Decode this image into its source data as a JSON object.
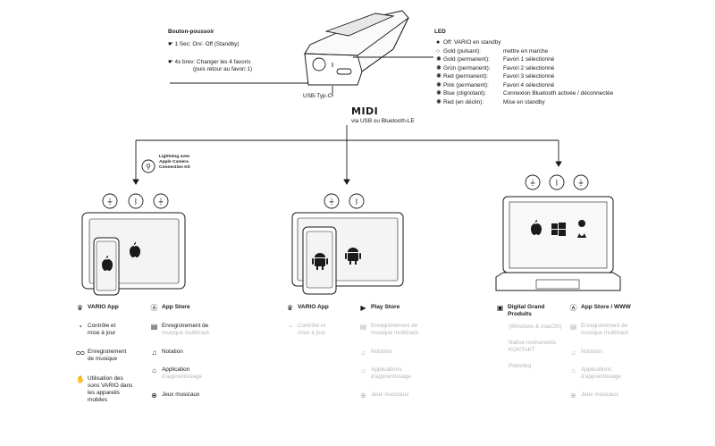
{
  "button": {
    "title": "Bouton-poussoir",
    "line1": "1 Sec: On/- Off (Standby)",
    "line2a": "4x brev: Changer les 4 favoris",
    "line2b": "(puis retour au favori 1)"
  },
  "usb_label": "USB-Typ-C",
  "midi": {
    "logo": "MIDI",
    "sub": "via USB ou Bluetooth-LE"
  },
  "led": {
    "title": "LED",
    "rows": [
      {
        "sym": "●",
        "state": "Off:    VARIO en standby",
        "desc": ""
      },
      {
        "sym": "○",
        "state": "Gold (pulsant):",
        "desc": "mettre en marche"
      },
      {
        "sym": "✺",
        "state": "Gold (permanent):",
        "desc": "Favori 1 sélectionné"
      },
      {
        "sym": "✺",
        "state": "Grün (permanent):",
        "desc": "Favori 2 sélectionné"
      },
      {
        "sym": "✺",
        "state": "Red   (permanent):",
        "desc": "Favori 3 sélectionné"
      },
      {
        "sym": "✺",
        "state": "Pink (permanent):",
        "desc": "Favori 4 sélectionné"
      },
      {
        "sym": "✺",
        "state": "Blue  (clignotant):",
        "desc": "Connexion Bluetooth activée / déconnectée"
      },
      {
        "sym": "✺",
        "state": "Red   (en déclin):",
        "desc": "Mise en standby"
      }
    ]
  },
  "lightning_note": [
    "Lightning avec",
    "Apple Camera",
    "Connection Kit"
  ],
  "ios": {
    "col1_title": "VARIO App",
    "col1": [
      {
        "icon": "gauge-icon",
        "l1": "Contrôle et",
        "l2": "mise à jour"
      },
      {
        "icon": "tape-icon",
        "l1": "Enregistrement",
        "l2": "de musique"
      },
      {
        "icon": "hands-icon",
        "l1": "Utilisation des",
        "l2": "sons VARIO dans",
        "l3": "les appareils",
        "l4": "mobiles"
      }
    ],
    "col2_title": "App Store",
    "col2": [
      {
        "icon": "mixer-icon",
        "l1": "Enregistrement de",
        "l2": "musique multitrack"
      },
      {
        "icon": "note-icon",
        "l1": "Notation"
      },
      {
        "icon": "cap-icon",
        "l1": "Application",
        "l2": "d'apprentissage"
      },
      {
        "icon": "gamepad-icon",
        "l1": "Jeux musicaux"
      }
    ]
  },
  "android": {
    "col1_title": "VARIO App",
    "col1": [
      {
        "icon": "gauge-icon",
        "l1": "Contrôle et",
        "l2": "mise à jour"
      }
    ],
    "col2_title": "Play Store",
    "col2": [
      {
        "icon": "mixer-icon",
        "l1": "Enregistrement de",
        "l2": "musique multitrack"
      },
      {
        "icon": "note-icon",
        "l1": "Notation"
      },
      {
        "icon": "cap-icon",
        "l1": "Applications",
        "l2": "d'apprentissage"
      },
      {
        "icon": "gamepad-icon",
        "l1": "Jeux musicaux"
      }
    ]
  },
  "desktop": {
    "col1_title_1": "Digital Grand",
    "col1_title_2": "Produits",
    "col1_sub": "(Windows & macOS)",
    "col1_items": [
      "Native Instruments",
      "KONTAKT",
      "Pianoteq"
    ],
    "col2_title": "App Store / WWW",
    "col2": [
      {
        "icon": "mixer-icon",
        "l1": "Enregistrement de",
        "l2": "musique multitrack"
      },
      {
        "icon": "note-icon",
        "l1": "Notation"
      },
      {
        "icon": "cap-icon",
        "l1": "Applications",
        "l2": "d'apprentissage"
      },
      {
        "icon": "gamepad-icon",
        "l1": "Jeux musicaux"
      }
    ]
  }
}
